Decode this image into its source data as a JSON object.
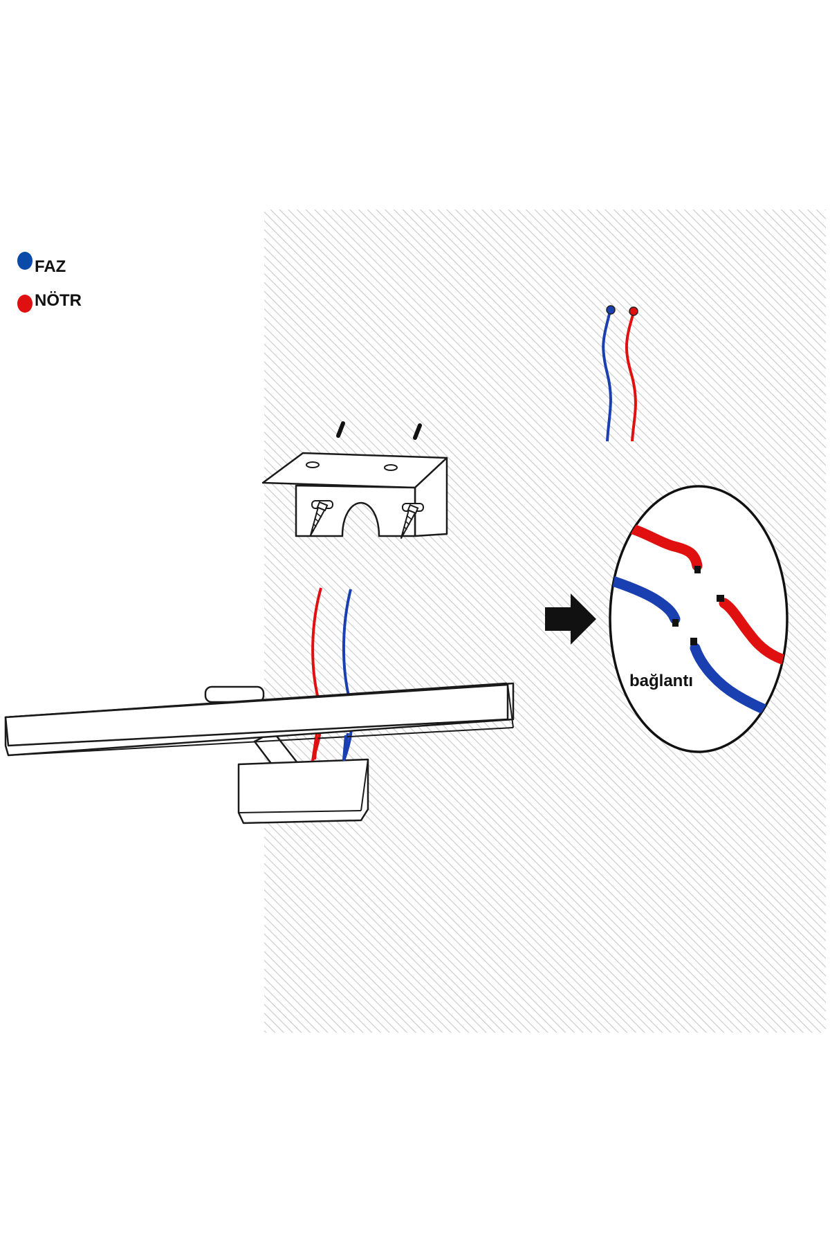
{
  "legend": {
    "items": [
      {
        "label": "FAZ",
        "color": "#0a4aa8"
      },
      {
        "label": "NÖTR",
        "color": "#e01010"
      }
    ]
  },
  "detail": {
    "label": "bağlantı"
  },
  "colors": {
    "phase": "#1a3fb0",
    "neutral": "#e01010",
    "wall_hatch": "#c8c8c8",
    "outline": "#1a1a1a",
    "arrow": "#111111"
  },
  "icons": {
    "arrow": "right-arrow-icon",
    "screw": "screw-icon",
    "wall_plug": "wall-plug-icon"
  }
}
